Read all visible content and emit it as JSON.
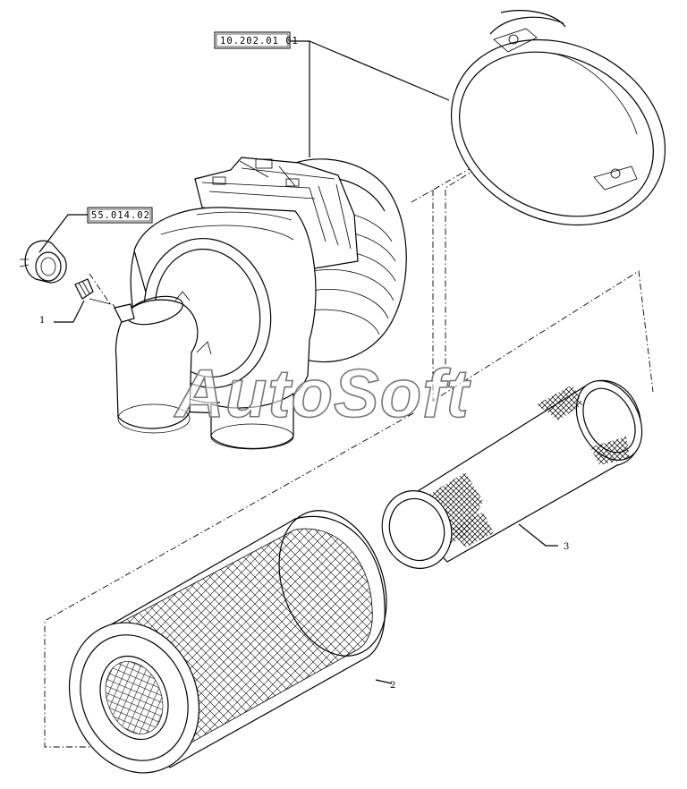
{
  "watermark": "AutoSoft",
  "references": {
    "housing": "10.202.01 01",
    "sensor": "55.014.02"
  },
  "items": {
    "sensor_connector": "1",
    "outer_filter": "2",
    "inner_filter": "3"
  }
}
